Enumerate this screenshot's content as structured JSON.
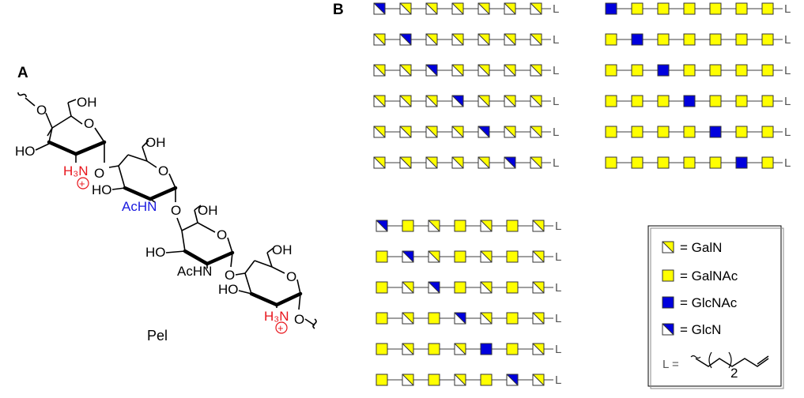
{
  "panel_a": {
    "label": "A",
    "caption": "Pel",
    "atoms": {
      "o_glyco_top": "O",
      "oh_primary": "OH",
      "o_ring": "O",
      "ho": "HO",
      "h3n": "H₃N",
      "plus": "+",
      "o_link": "O",
      "ho2": "HO",
      "achn": "AcHN",
      "o_link2": "O",
      "oh_primary2": "OH",
      "o_ring2": "O",
      "oh_primary3": "OH",
      "o_ring3": "O",
      "ho3": "HO",
      "achn2": "AcHN",
      "o_link3": "O",
      "oh_primary4": "OH",
      "o_ring4": "O",
      "ho4": "HO",
      "h3n2": "H₃N",
      "plus2": "+",
      "o_glyco_bottom": "O"
    }
  },
  "panel_b": {
    "label": "B",
    "chain_terminal": "L",
    "groups": [
      {
        "rows": [
          [
            "GlcN",
            "GalN",
            "GalN",
            "GalN",
            "GalN",
            "GalN",
            "GalN"
          ],
          [
            "GalN",
            "GlcN",
            "GalN",
            "GalN",
            "GalN",
            "GalN",
            "GalN"
          ],
          [
            "GalN",
            "GalN",
            "GlcN",
            "GalN",
            "GalN",
            "GalN",
            "GalN"
          ],
          [
            "GalN",
            "GalN",
            "GalN",
            "GlcN",
            "GalN",
            "GalN",
            "GalN"
          ],
          [
            "GalN",
            "GalN",
            "GalN",
            "GalN",
            "GlcN",
            "GalN",
            "GalN"
          ],
          [
            "GalN",
            "GalN",
            "GalN",
            "GalN",
            "GalN",
            "GlcN",
            "GalN"
          ]
        ]
      },
      {
        "rows": [
          [
            "GlcNAc",
            "GalNAc",
            "GalNAc",
            "GalNAc",
            "GalNAc",
            "GalNAc",
            "GalNAc"
          ],
          [
            "GalNAc",
            "GlcNAc",
            "GalNAc",
            "GalNAc",
            "GalNAc",
            "GalNAc",
            "GalNAc"
          ],
          [
            "GalNAc",
            "GalNAc",
            "GlcNAc",
            "GalNAc",
            "GalNAc",
            "GalNAc",
            "GalNAc"
          ],
          [
            "GalNAc",
            "GalNAc",
            "GalNAc",
            "GlcNAc",
            "GalNAc",
            "GalNAc",
            "GalNAc"
          ],
          [
            "GalNAc",
            "GalNAc",
            "GalNAc",
            "GalNAc",
            "GlcNAc",
            "GalNAc",
            "GalNAc"
          ],
          [
            "GalNAc",
            "GalNAc",
            "GalNAc",
            "GalNAc",
            "GalNAc",
            "GlcNAc",
            "GalNAc"
          ]
        ]
      },
      {
        "rows": [
          [
            "GlcN",
            "GalNAc",
            "GalN",
            "GalNAc",
            "GalN",
            "GalNAc",
            "GalN"
          ],
          [
            "GalNAc",
            "GlcN",
            "GalN",
            "GalNAc",
            "GalN",
            "GalNAc",
            "GalN"
          ],
          [
            "GalNAc",
            "GalN",
            "GlcN",
            "GalNAc",
            "GalN",
            "GalNAc",
            "GalN"
          ],
          [
            "GalNAc",
            "GalN",
            "GalNAc",
            "GlcN",
            "GalN",
            "GalNAc",
            "GalN"
          ],
          [
            "GalNAc",
            "GalN",
            "GalNAc",
            "GalN",
            "GlcNAc",
            "GalNAc",
            "GalN"
          ],
          [
            "GalNAc",
            "GalN",
            "GalNAc",
            "GalN",
            "GalNAc",
            "GlcN",
            "GalN"
          ]
        ]
      }
    ],
    "legend": {
      "items": [
        {
          "symbol": "GalN",
          "label": "= GalN"
        },
        {
          "symbol": "GalNAc",
          "label": "= GalNAc"
        },
        {
          "symbol": "GlcNAc",
          "label": "= GlcNAc"
        },
        {
          "symbol": "GlcN",
          "label": "= GlcN"
        }
      ],
      "linker_label": "L =",
      "linker_subscript": "2"
    }
  },
  "colors": {
    "yellow": "#ffff00",
    "blue": "#0000dd",
    "red": "#e8141b",
    "acetyl_blue": "#1a1adf",
    "line_grey": "#666666"
  }
}
